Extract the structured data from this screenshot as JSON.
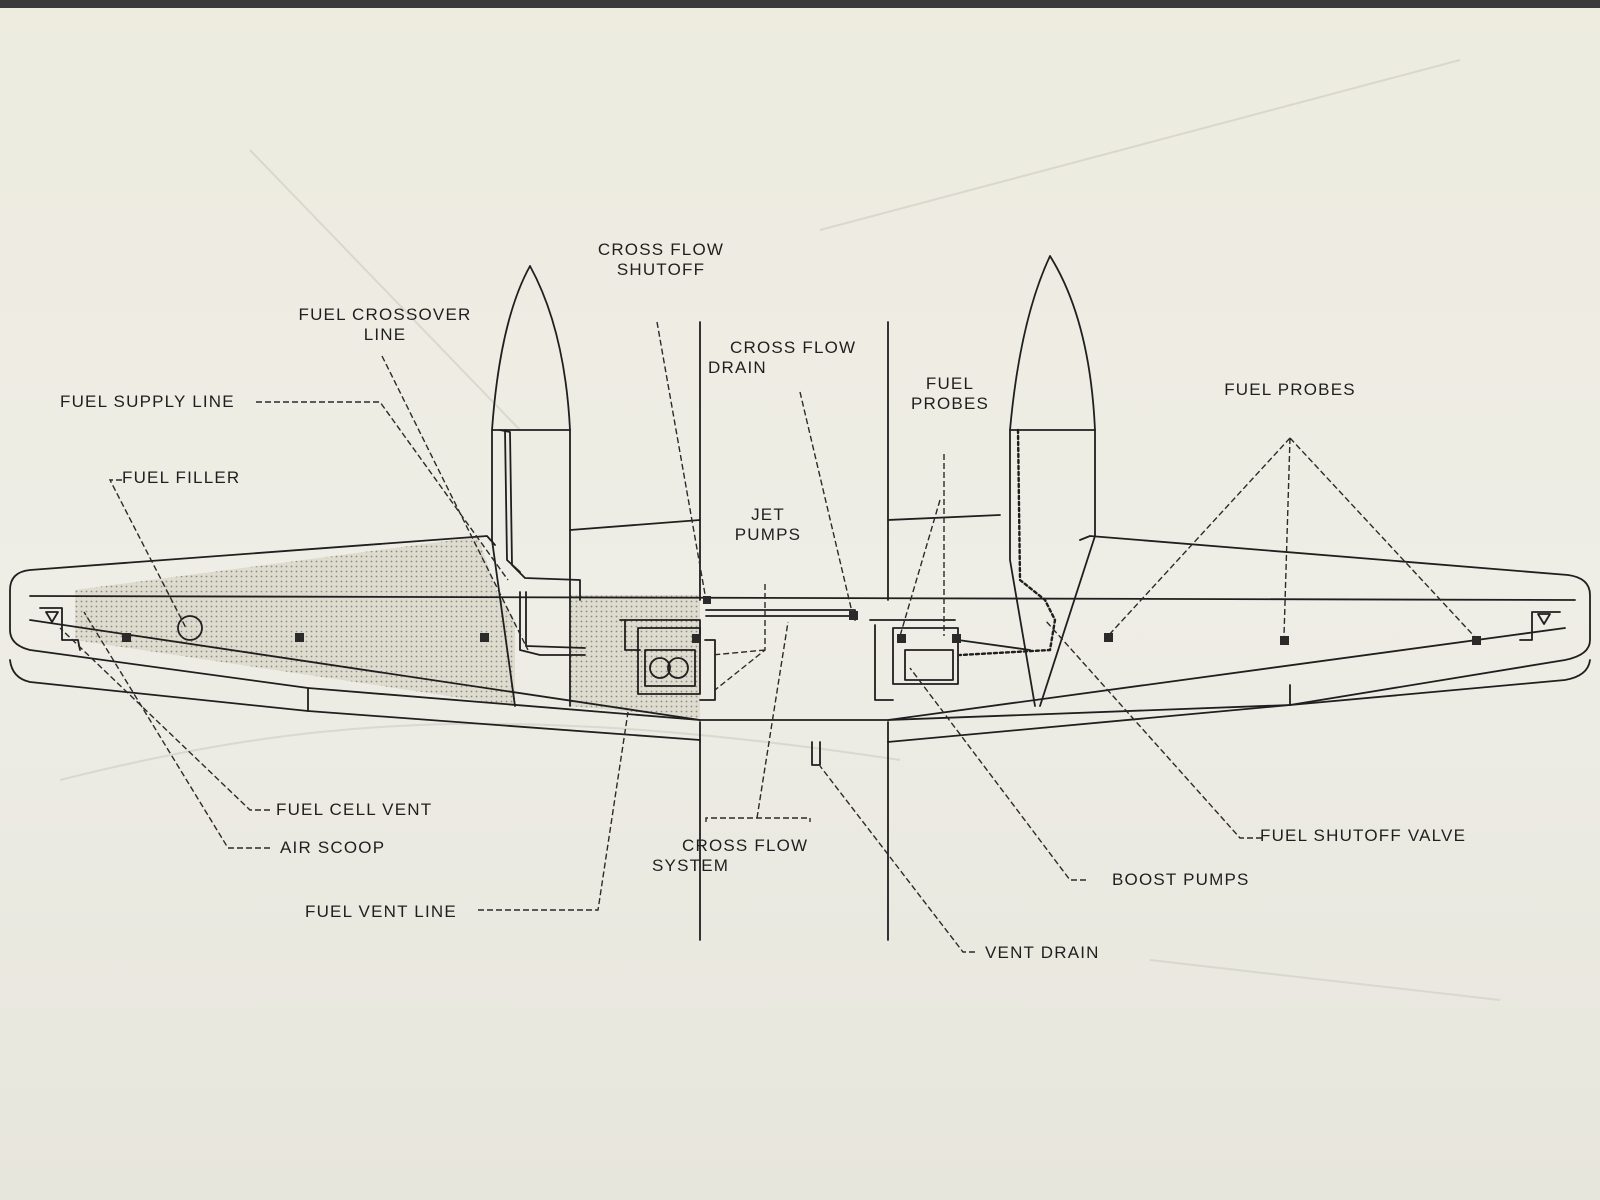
{
  "labels": {
    "cross_flow_shutoff": [
      "CROSS FLOW",
      "SHUTOFF"
    ],
    "fuel_crossover_line": [
      "FUEL CROSSOVER",
      "LINE"
    ],
    "cross_flow_drain": [
      "CROSS FLOW",
      "DRAIN"
    ],
    "fuel_probes_center": [
      "FUEL",
      "PROBES"
    ],
    "fuel_probes_right": "FUEL PROBES",
    "fuel_supply_line": "FUEL SUPPLY LINE",
    "fuel_filler": "FUEL FILLER",
    "jet_pumps": [
      "JET",
      "PUMPS"
    ],
    "fuel_cell_vent": "FUEL CELL VENT",
    "air_scoop": "AIR SCOOP",
    "cross_flow_system": [
      "CROSS FLOW",
      "SYSTEM"
    ],
    "fuel_shutoff_valve": "FUEL SHUTOFF VALVE",
    "boost_pumps": "BOOST PUMPS",
    "fuel_vent_line": "FUEL VENT LINE",
    "vent_drain": "VENT DRAIN"
  },
  "colors": {
    "ink": "#1f1f1f",
    "paper": "#eceade",
    "tank_fill": "#d6d3c6"
  }
}
